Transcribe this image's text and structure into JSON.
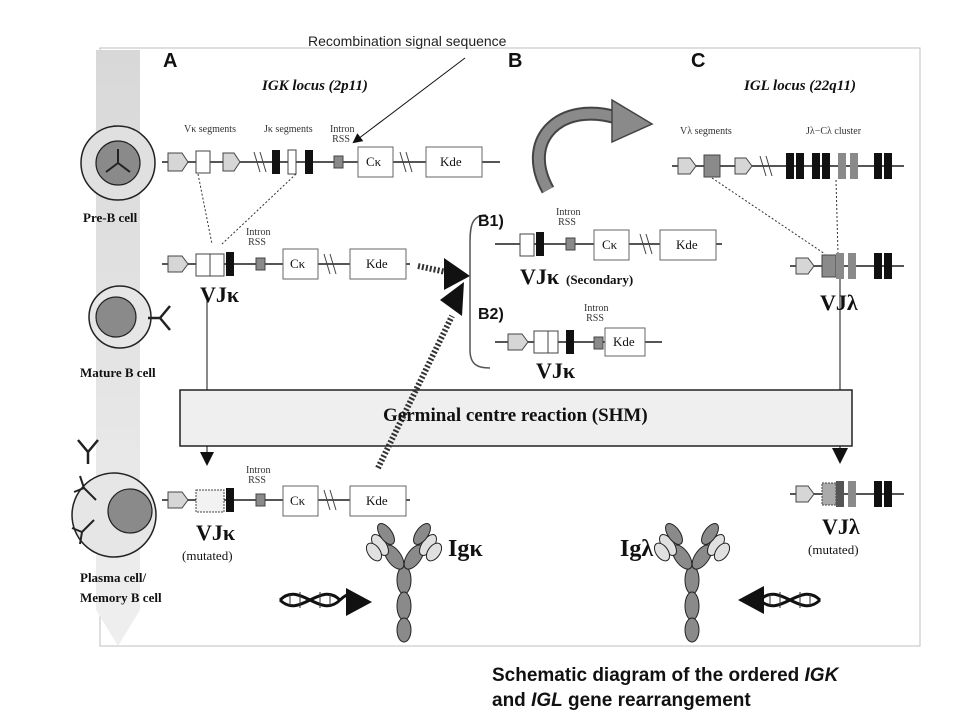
{
  "annotation": {
    "rss": "Recombination signal sequence"
  },
  "panels": {
    "a": "A",
    "b": "B",
    "c": "C"
  },
  "loci": {
    "igk": "IGK locus (2p11)",
    "igl": "IGL locus (22q11)"
  },
  "segments": {
    "vk": "Vκ segments",
    "jk": "Jκ segments",
    "intron": "Intron",
    "rss": "RSS",
    "vl": "Vλ segments",
    "jcl": "Jλ−Cλ cluster"
  },
  "genes": {
    "ck": "Cκ",
    "kde": "Kde"
  },
  "cells": {
    "preb": "Pre-B cell",
    "mature": "Mature B cell",
    "plasma_1": "Plasma cell/",
    "plasma_2": "Memory B cell"
  },
  "rearrangements": {
    "vjk": "VJκ",
    "vjl": "VJλ",
    "secondary": "(Secondary)",
    "mutated": "(mutated)",
    "b1": "B1)",
    "b2": "B2)"
  },
  "germinal": "Germinal centre reaction (SHM)",
  "antibodies": {
    "igk": "Igκ",
    "igl": "Igλ"
  },
  "caption": {
    "part1": "Schematic diagram of the ordered ",
    "igk": "IGK",
    "part2": "and ",
    "igl": "IGL",
    "part3": " gene rearrangement"
  },
  "colors": {
    "panel_border": "#bfbfbf",
    "gray_fill": "#8a8a8a",
    "light_fill": "#d6d6d6",
    "black": "#111111"
  }
}
